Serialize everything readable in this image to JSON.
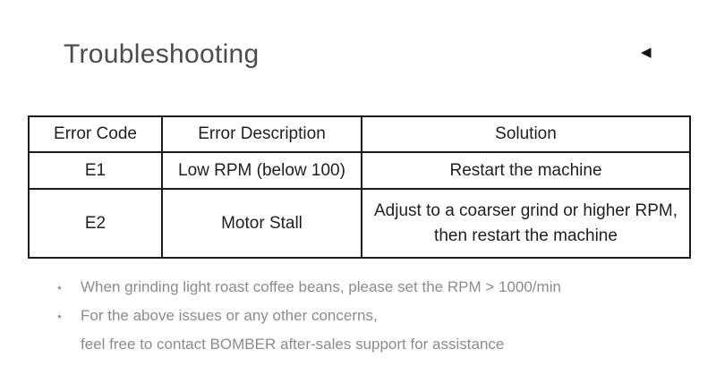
{
  "header": {
    "title": "Troubleshooting",
    "back_icon_glyph": "◀"
  },
  "table": {
    "headers": [
      "Error Code",
      "Error Description",
      "Solution"
    ],
    "rows": [
      [
        "E1",
        "Low RPM (below 100)",
        "Restart the machine"
      ],
      [
        "E2",
        "Motor Stall",
        "Adjust to a coarser grind or higher RPM,\nthen restart the machine"
      ]
    ]
  },
  "notes": [
    {
      "bullet": "⋆",
      "text": "When grinding light roast coffee beans, please set the RPM > 1000/min"
    },
    {
      "bullet": "⋆",
      "text": "For the above issues or any other concerns,"
    },
    {
      "bullet": "",
      "text": "feel free to contact BOMBER after-sales support for assistance"
    }
  ],
  "colors": {
    "title_text": "#4c4c4c",
    "table_text": "#1f1f1f",
    "table_border": "#1b1b1b",
    "note_text": "#8c8c8c"
  }
}
